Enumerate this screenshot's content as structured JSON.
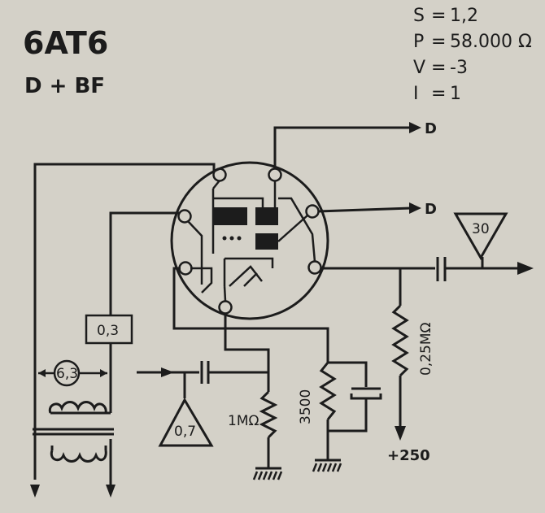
{
  "tube": {
    "name": "6AT6",
    "function": "D + BF"
  },
  "params": [
    {
      "sym": "S",
      "eq": "=",
      "val": "1,2"
    },
    {
      "sym": "P",
      "eq": "=",
      "val": "58.000 Ω"
    },
    {
      "sym": "V",
      "eq": "=",
      "val": "-3"
    },
    {
      "sym": "I",
      "eq": "=",
      "val": "1"
    }
  ],
  "labels": {
    "diode_out_1": "D",
    "diode_out_2": "D",
    "heater_current": "0,3",
    "heater_voltage": "6,3",
    "input_level": "0,7",
    "output_level": "30",
    "grid_resistor": "1MΩ",
    "cathode_resistor": "3500",
    "plate_resistor": "0,25MΩ",
    "supply": "+250"
  }
}
